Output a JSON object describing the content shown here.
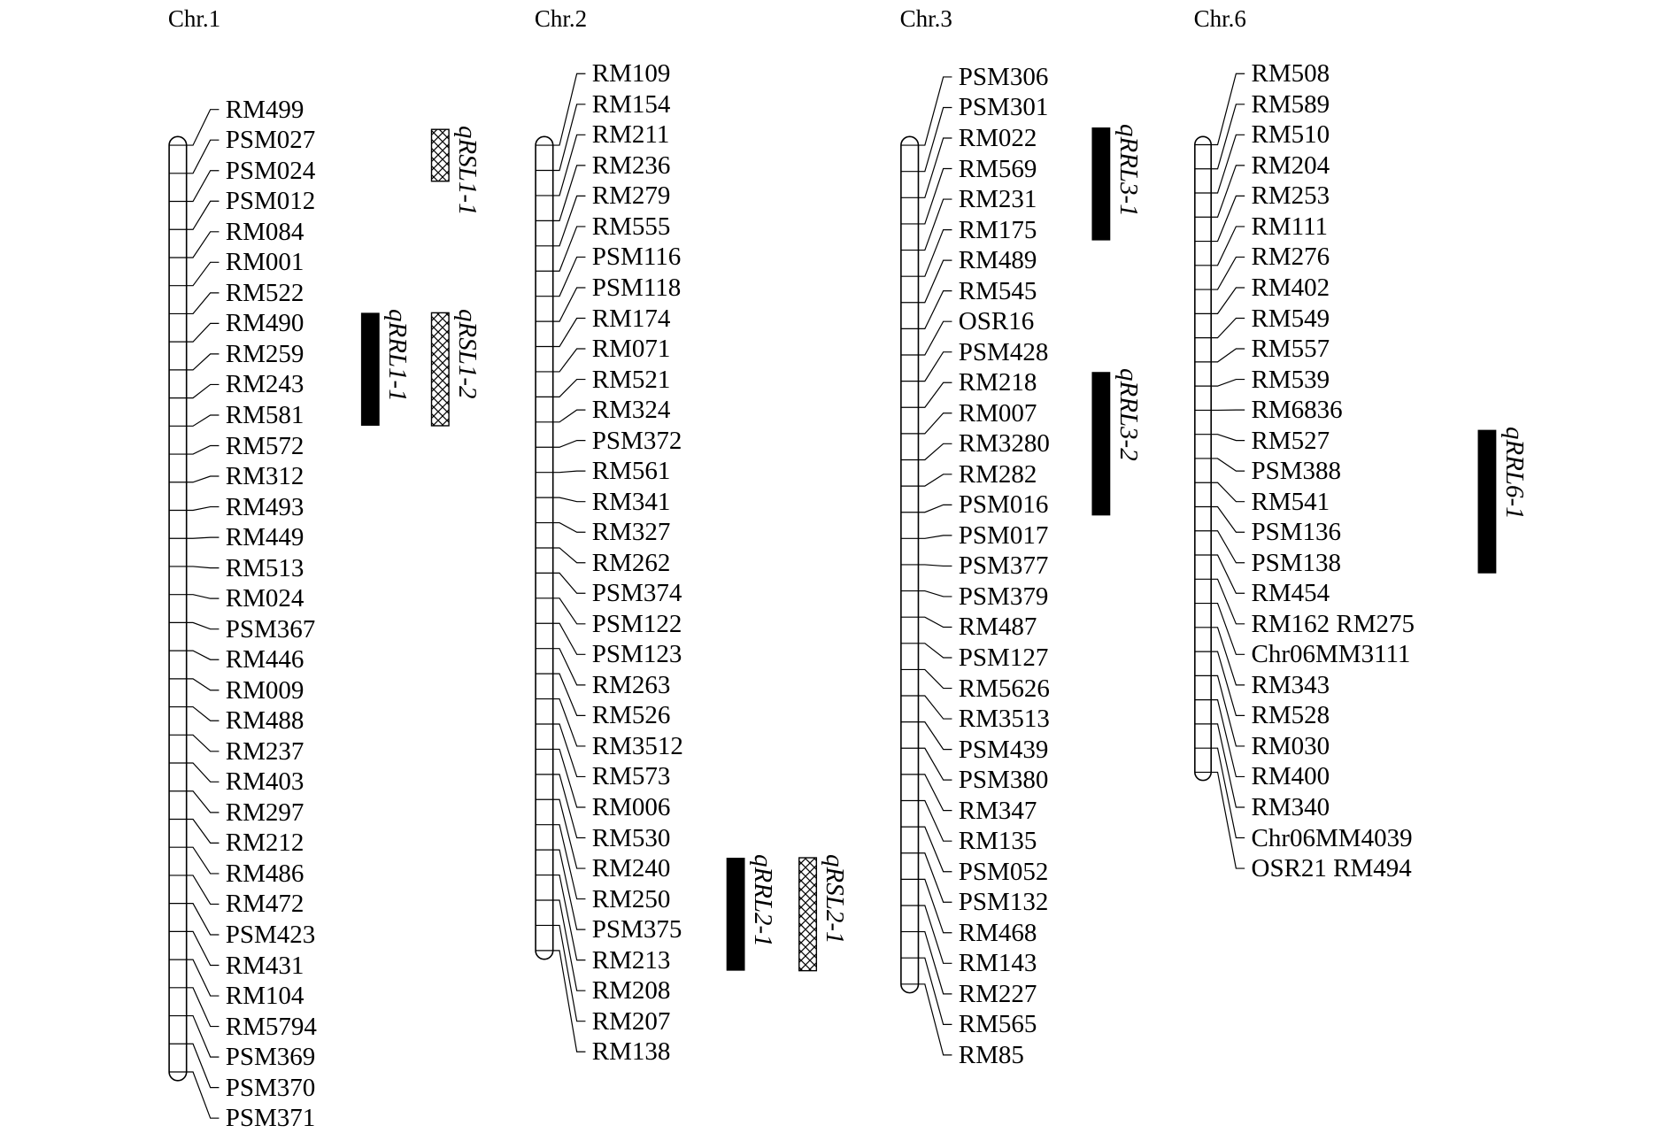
{
  "colors": {
    "line": "#000000",
    "qtl_fill": "#000000",
    "background": "#ffffff"
  },
  "chromosomes": [
    {
      "title": "Chr.1",
      "markers": [
        "RM499",
        "PSM027",
        "PSM024",
        "PSM012",
        "RM084",
        "RM001",
        "RM522",
        "RM490",
        "RM259",
        "RM243",
        "RM581",
        "RM572",
        "RM312",
        "RM493",
        "RM449",
        "RM513",
        "RM024",
        "PSM367",
        "RM446",
        "RM009",
        "RM488",
        "RM237",
        "RM403",
        "RM297",
        "RM212",
        "RM486",
        "RM472",
        "PSM423",
        "RM431",
        "RM104",
        "RM5794",
        "PSM369",
        "PSM370",
        "PSM371"
      ],
      "qtls": [
        {
          "name": "qRSL1-1",
          "style": "hatched",
          "from": 1,
          "to": 2
        },
        {
          "name": "qRRL1-1",
          "style": "solid",
          "from": 7,
          "to": 10
        },
        {
          "name": "qRSL1-2",
          "style": "hatched",
          "from": 7,
          "to": 10
        }
      ]
    },
    {
      "title": "Chr.2",
      "markers": [
        "RM109",
        "RM154",
        "RM211",
        "RM236",
        "RM279",
        "RM555",
        "PSM116",
        "PSM118",
        "RM174",
        "RM071",
        "RM521",
        "RM324",
        "PSM372",
        "RM561",
        "RM341",
        "RM327",
        "RM262",
        "PSM374",
        "PSM122",
        "PSM123",
        "RM263",
        "RM526",
        "RM3512",
        "RM573",
        "RM006",
        "RM530",
        "RM240",
        "RM250",
        "PSM375",
        "RM213",
        "RM208",
        "RM207",
        "RM138"
      ],
      "qtls": [
        {
          "name": "qRRL2-1",
          "style": "solid",
          "from": 26,
          "to": 29
        },
        {
          "name": "qRSL2-1",
          "style": "hatched",
          "from": 26,
          "to": 29
        }
      ]
    },
    {
      "title": "Chr.3",
      "markers": [
        "PSM306",
        "PSM301",
        "RM022",
        "RM569",
        "RM231",
        "RM175",
        "RM489",
        "RM545",
        "OSR16",
        "PSM428",
        "RM218",
        "RM007",
        "RM3280",
        "RM282",
        "PSM016",
        "PSM017",
        "PSM377",
        "PSM379",
        "RM487",
        "PSM127",
        "RM5626",
        "RM3513",
        "PSM439",
        "PSM380",
        "RM347",
        "RM135",
        "PSM052",
        "PSM132",
        "RM468",
        "RM143",
        "RM227",
        "RM565",
        "RM85"
      ],
      "qtls": [
        {
          "name": "qRRL3-1",
          "style": "solid",
          "from": 2,
          "to": 5
        },
        {
          "name": "qRRL3-2",
          "style": "solid",
          "from": 10,
          "to": 14
        }
      ]
    },
    {
      "title": "Chr.6",
      "markers": [
        "RM508",
        "RM589",
        "RM510",
        "RM204",
        "RM253",
        "RM111",
        "RM276",
        "RM402",
        "RM549",
        "RM557",
        "RM539",
        "RM6836",
        "RM527",
        "PSM388",
        "RM541",
        "PSM136",
        "PSM138",
        "RM454",
        "RM162   RM275",
        "Chr06MM3111",
        "RM343",
        "RM528",
        "RM030",
        "RM400",
        "RM340",
        "Chr06MM4039",
        "OSR21   RM494"
      ],
      "qtls": [
        {
          "name": "qRRL6-1",
          "style": "solid",
          "from": 12,
          "to": 16
        }
      ]
    }
  ]
}
